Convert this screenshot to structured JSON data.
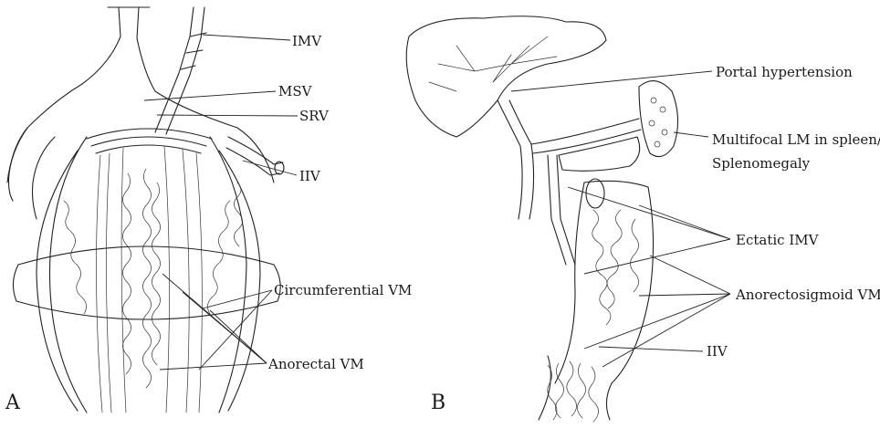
{
  "panel_a": {
    "letter": "A",
    "labels": {
      "imv": "IMV",
      "msv": "MSV",
      "srv": "SRV",
      "iiv": "IIV",
      "circumferential_vm": "Circumferential VM",
      "anorectal_vm": "Anorectal VM"
    }
  },
  "panel_b": {
    "letter": "B",
    "labels": {
      "portal_hypertension": "Portal hypertension",
      "multifocal_lm_line1": "Multifocal LM in spleen/",
      "multifocal_lm_line2": "Splenomegaly",
      "ectatic_imv": "Ectatic IMV",
      "anorectosigmoid_vm": "Anorectosigmoid VM",
      "iiv": "IIV"
    }
  }
}
